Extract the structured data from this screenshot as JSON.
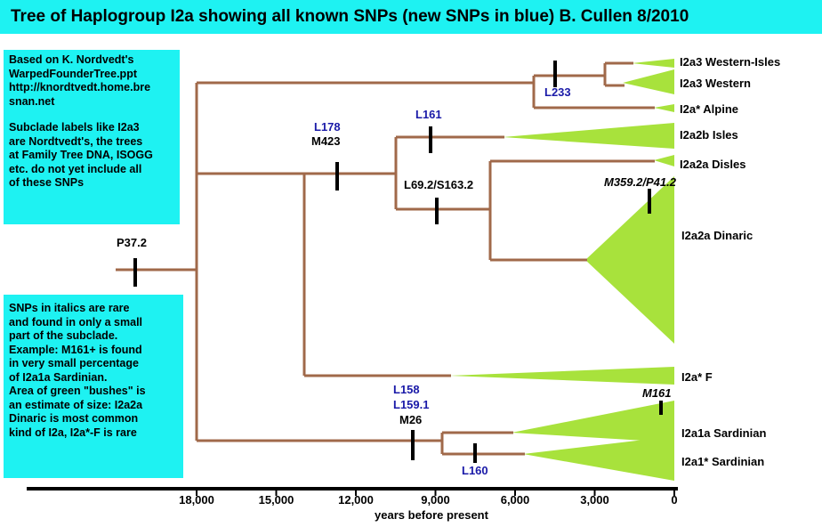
{
  "title": "Tree of Haplogroup I2a showing all known SNPs (new SNPs in blue)   B. Cullen 8/2010",
  "info_box_top": [
    "Based on K. Nordvedt's",
    "WarpedFounderTree.ppt",
    "http://knordtvedt.home.bre",
    "snan.net",
    "",
    "Subclade labels like I2a3",
    "are Nordtvedt's, the trees",
    "at Family Tree DNA, ISOGG",
    "etc. do not yet include all",
    "of these SNPs"
  ],
  "info_box_bottom": [
    "SNPs in italics are rare",
    "and found in only a small",
    "part of the subclade.",
    "Example: M161+ is found",
    "in very small percentage",
    "of I2a1a Sardinian.",
    "Area of green \"bushes\" is",
    "an estimate of size: I2a2a",
    "Dinaric is most common",
    "kind of I2a, I2a*-F is rare"
  ],
  "axis": {
    "label": "years before present",
    "ticks": [
      {
        "value": 18000,
        "label": "18,000"
      },
      {
        "value": 15000,
        "label": "15,000"
      },
      {
        "value": 12000,
        "label": "12,000"
      },
      {
        "value": 9000,
        "label": "9,000"
      },
      {
        "value": 6000,
        "label": "6,000"
      },
      {
        "value": 3000,
        "label": "3,000"
      },
      {
        "value": 0,
        "label": "0"
      }
    ]
  },
  "snp_labels": {
    "p37": "P37.2",
    "l178": "L178",
    "m423": "M423",
    "l161": "L161",
    "l69": "L69.2/S163.2",
    "m359": "M359.2/P41.2",
    "l233": "L233",
    "l158": "L158",
    "l159": "L159.1",
    "m26": "M26",
    "l160": "L160",
    "m161": "M161"
  },
  "subclades": [
    "I2a3 Western-Isles",
    "I2a3 Western",
    "I2a* Alpine",
    "I2a2b Isles",
    "I2a2a Disles",
    "I2a2a Dinaric",
    "I2a* F",
    "I2a1a Sardinian",
    "I2a1* Sardinian"
  ],
  "colors": {
    "title_bg": "#1ef2f2",
    "branch": "#a0694a",
    "bush": "#a8e23c",
    "snp_new": "#1a1aa8",
    "snp_old": "#000000"
  }
}
